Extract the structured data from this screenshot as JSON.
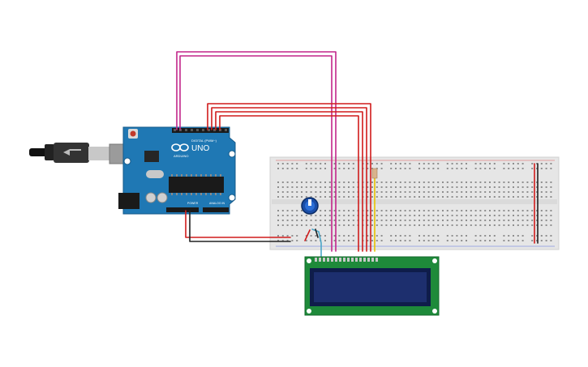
{
  "arduino": {
    "logo_text": "UNO",
    "brand_text": "ARDUINO",
    "digital_header_label": "DIGITAL (PWM~)",
    "power_label": "POWER",
    "analog_label": "ANALOG IN"
  },
  "colors": {
    "arduino_board": "#1f78b4",
    "breadboard": "#e6e6e6",
    "lcd_board": "#1e8a3a",
    "lcd_screen": "#1d2f6e",
    "wire_red": "#d01c1c",
    "wire_magenta": "#c2268a",
    "wire_black": "#222222",
    "wire_yellow": "#e8c400",
    "wire_teal": "#4aa6c8"
  },
  "components": [
    "usb-cable",
    "arduino-uno",
    "breadboard",
    "potentiometer",
    "lcd-16x2"
  ]
}
